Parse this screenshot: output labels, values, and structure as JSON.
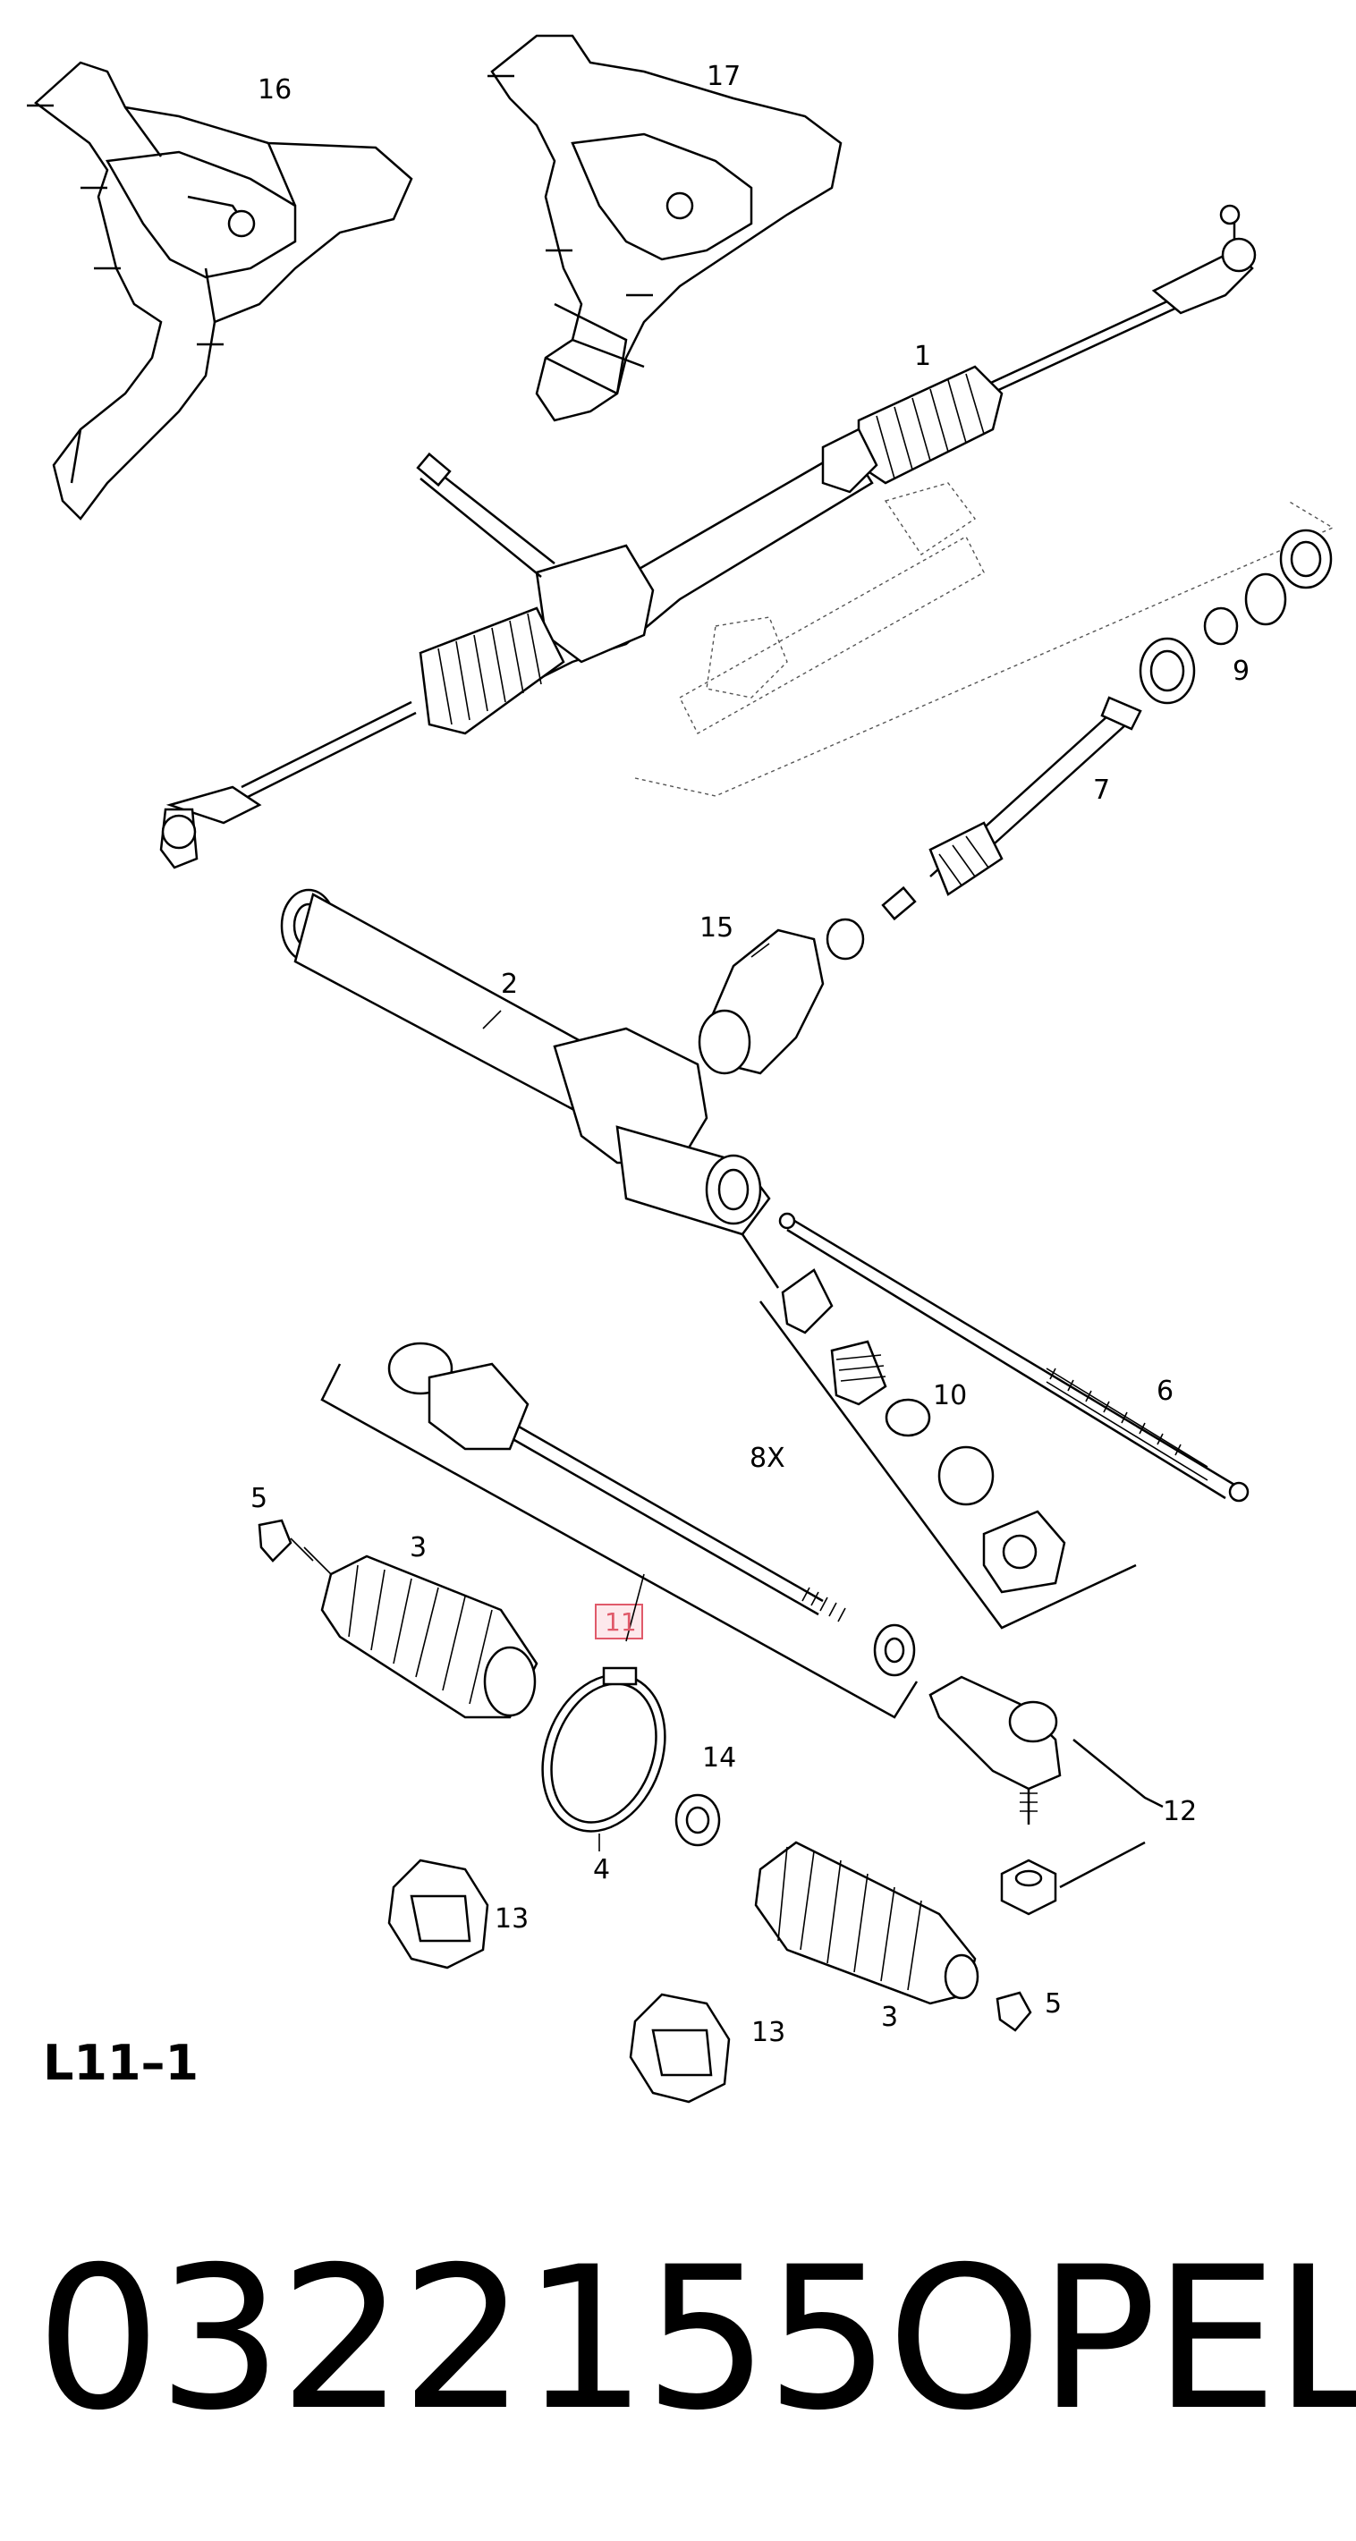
{
  "diagram": {
    "page_code": "L11–1",
    "highlight_color": "#e05a6a",
    "callouts": {
      "c16": "16",
      "c17": "17",
      "c1": "1",
      "c9": "9",
      "c7": "7",
      "c15": "15",
      "c2": "2",
      "c10": "10",
      "c6": "6",
      "c8x": "8X",
      "c5a": "5",
      "c3a": "3",
      "c11": "11",
      "c14": "14",
      "c12": "12",
      "c4": "4",
      "c13a": "13",
      "c3b": "3",
      "c5b": "5",
      "c13b": "13"
    }
  },
  "footer": {
    "part_number": "0322155",
    "brand": "OPEL"
  }
}
